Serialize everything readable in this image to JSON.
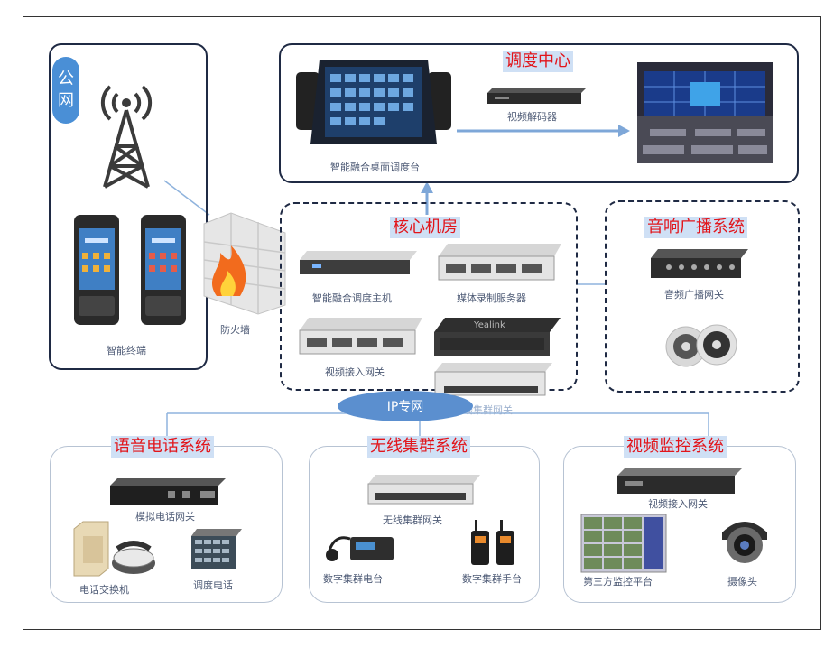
{
  "public_network": {
    "label_1": "公",
    "label_2": "网",
    "terminal_caption": "智能终端"
  },
  "firewall": {
    "caption": "防火墙"
  },
  "dispatch_center": {
    "title": "调度中心",
    "console_caption": "智能融合桌面调度台",
    "decoder_caption": "视频解码器"
  },
  "core_room": {
    "title": "核心机房",
    "devices": [
      "智能融合调度主机",
      "媒体录制服务器",
      "视频接入网关",
      "无线集群网关"
    ],
    "brand_label": "Yealink"
  },
  "broadcast": {
    "title": "音响广播系统",
    "gateway_caption": "音频广播网关"
  },
  "ip_network": {
    "label": "IP专网"
  },
  "voice": {
    "title": "语音电话系统",
    "gateway_caption": "模拟电话网关",
    "exchange_caption": "电话交换机",
    "phone_caption": "调度电话"
  },
  "trunk": {
    "title": "无线集群系统",
    "gateway_caption": "无线集群网关",
    "station_caption": "数字集群电台",
    "handset_caption": "数字集群手台"
  },
  "video": {
    "title": "视频监控系统",
    "gateway_caption": "视频接入网关",
    "platform_caption": "第三方监控平台",
    "camera_caption": "摄像头"
  }
}
